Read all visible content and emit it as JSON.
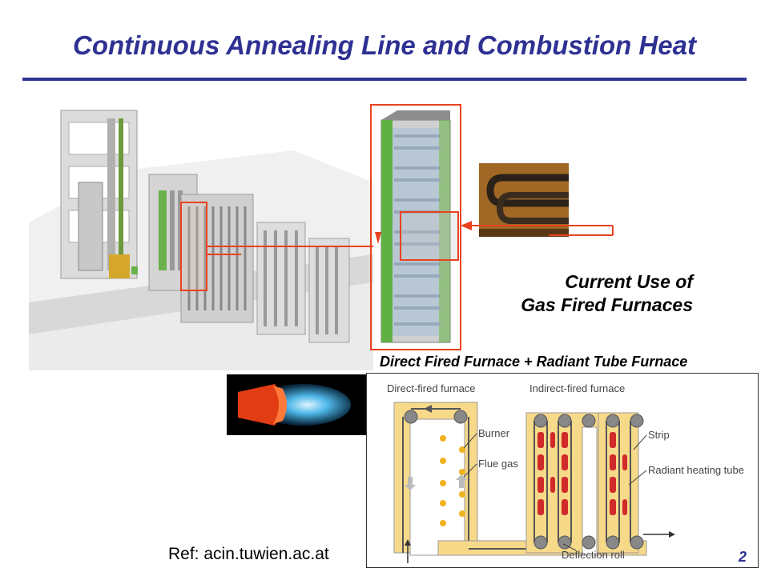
{
  "slide": {
    "title": "Continuous Annealing Line and Combustion Heat",
    "current_use_line1": "Current Use of",
    "current_use_line2": "Gas Fired Furnaces",
    "furnace_caption": "Direct Fired Furnace + Radiant Tube Furnace",
    "reference": "Ref: acin.tuwien.ac.at",
    "page_number": "2"
  },
  "diagram": {
    "direct_fired_label": "Direct-fired furnace",
    "indirect_fired_label": "Indirect-fired furnace",
    "burner_label": "Burner",
    "flue_gas_label": "Flue gas",
    "strip_label": "Strip",
    "radiant_tube_label": "Radiant heating tube",
    "deflection_roll_label": "Deflection roll"
  },
  "colors": {
    "title": "#2e3192",
    "highlight": "#e8421e",
    "furnace_fill": "#f7d98a",
    "radiant_tube": "#d12a2a"
  }
}
